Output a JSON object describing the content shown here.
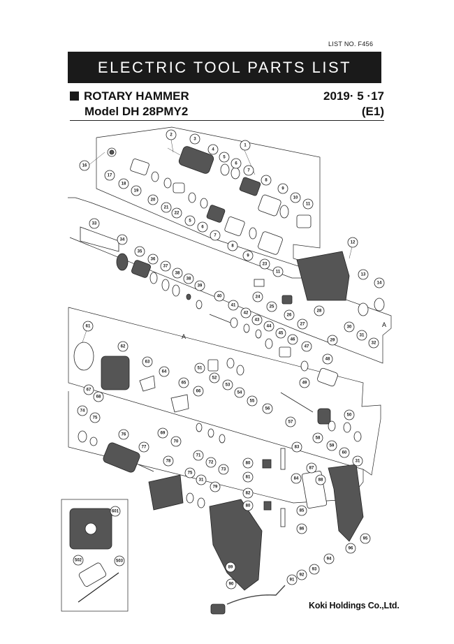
{
  "header": {
    "list_no": "LIST NO. F456",
    "banner": "ELECTRIC TOOL PARTS LIST",
    "product": "ROTARY HAMMER",
    "date": "2019· 5 ·17",
    "model": "Model DH 28PMY2",
    "edition": "(E1)"
  },
  "diagram": {
    "letters": [
      "A",
      "A"
    ],
    "part_numbers": [
      "1",
      "2",
      "3",
      "4",
      "5",
      "6",
      "7",
      "8",
      "9",
      "10",
      "11",
      "12",
      "13",
      "14",
      "16",
      "17",
      "18",
      "19",
      "20",
      "21",
      "22",
      "5",
      "6",
      "7",
      "8",
      "9",
      "23",
      "11",
      "33",
      "34",
      "35",
      "36",
      "37",
      "38",
      "38",
      "39",
      "40",
      "41",
      "42",
      "43",
      "44",
      "45",
      "46",
      "47",
      "48",
      "49",
      "24",
      "25",
      "26",
      "27",
      "28",
      "29",
      "30",
      "31",
      "32",
      "61",
      "62",
      "63",
      "64",
      "65",
      "66",
      "67",
      "68",
      "69",
      "70",
      "51",
      "52",
      "53",
      "54",
      "55",
      "56",
      "57",
      "58",
      "59",
      "60",
      "50",
      "31",
      "74",
      "75",
      "76",
      "77",
      "78",
      "75",
      "31",
      "79",
      "71",
      "72",
      "73",
      "83",
      "80",
      "81",
      "82",
      "80",
      "84",
      "85",
      "86",
      "87",
      "88",
      "89",
      "95",
      "96",
      "94",
      "93",
      "92",
      "91",
      "90",
      "601",
      "502",
      "503"
    ]
  },
  "footer": {
    "brand": "Koki Holdings Co.,Ltd."
  }
}
